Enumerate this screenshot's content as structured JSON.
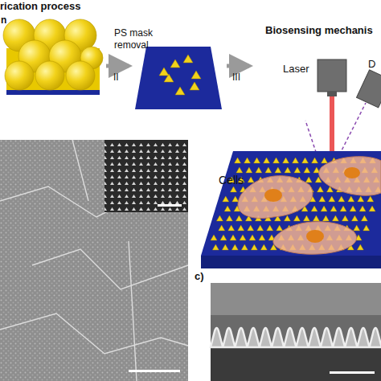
{
  "diagram": {
    "labels": [
      "rication process",
      "n",
      "PS mask",
      "removal",
      "II",
      "III",
      "Biosensing mechanis",
      "Laser",
      "D",
      "Cells",
      "c)"
    ]
  }
}
